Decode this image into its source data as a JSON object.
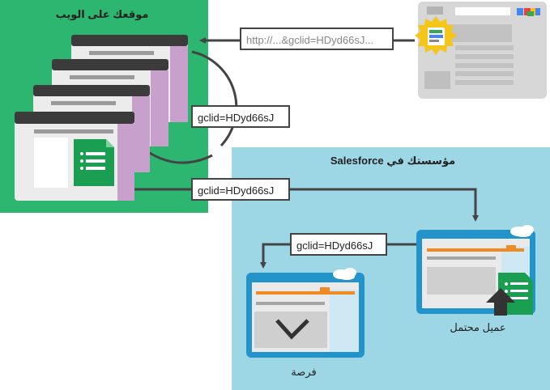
{
  "website": {
    "title": "موقعك على الويب"
  },
  "salesforce": {
    "title": "مؤسستك في Salesforce"
  },
  "labels": {
    "url": "http://...&gclid=HDyd66sJ...",
    "gclid_loop": "gclid=HDyd66sJ",
    "gclid_to_salesforce": "gclid=HDyd66sJ",
    "gclid_to_opportunity": "gclid=HDyd66sJ"
  },
  "captions": {
    "lead": "عميل محتمل",
    "opportunity": "فرصة"
  },
  "colors": {
    "website_bg": "#2db670",
    "salesforce_bg": "#9dd7e6",
    "page_purple": "#c7a0cc",
    "form_green": "#199e52",
    "card_blue": "#2394c9",
    "accent_orange": "#f08a24"
  },
  "icons": [
    "google-ads-logo",
    "ad-badge-icon",
    "form-icon",
    "upload-arrow-icon",
    "chevron-down-icon",
    "cloud-icon"
  ]
}
